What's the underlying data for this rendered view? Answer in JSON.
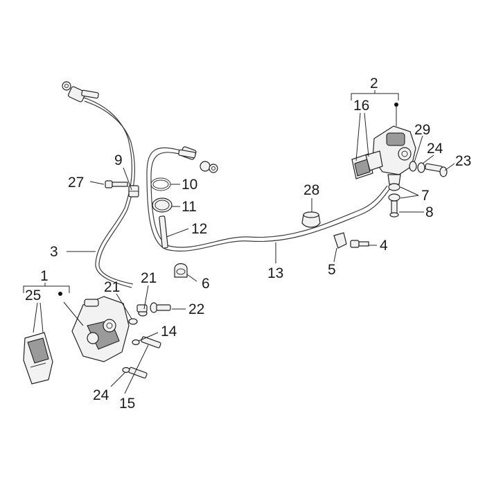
{
  "callouts": {
    "c1": "1",
    "c2": "2",
    "c3": "3",
    "c4": "4",
    "c5": "5",
    "c6": "6",
    "c7": "7",
    "c8": "8",
    "c9": "9",
    "c10": "10",
    "c11": "11",
    "c12": "12",
    "c13": "13",
    "c14": "14",
    "c15": "15",
    "c16": "16",
    "c21a": "21",
    "c21b": "21",
    "c22": "22",
    "c23": "23",
    "c24a": "24",
    "c24b": "24",
    "c25": "25",
    "c27": "27",
    "c28": "28",
    "c29": "29"
  }
}
